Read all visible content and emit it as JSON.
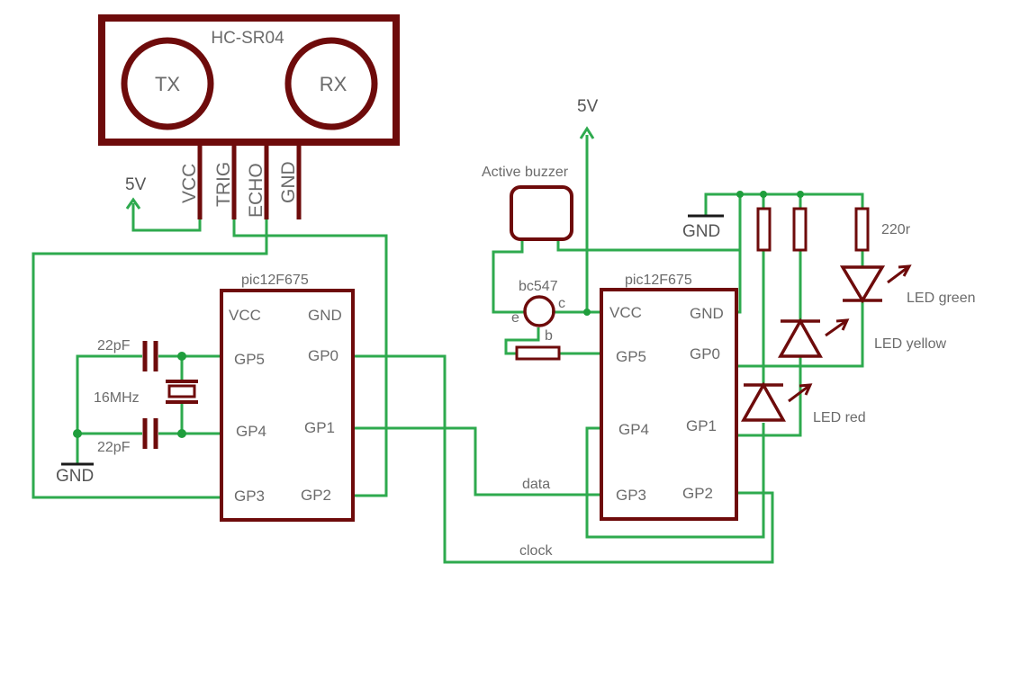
{
  "colors": {
    "component": "#6e0b0b",
    "wire": "#2eaa4e",
    "label": "#6b6b6b"
  },
  "sensor": {
    "name": "HC-SR04",
    "tx": "TX",
    "rx": "RX",
    "pins": [
      "VCC",
      "TRIG",
      "ECHO",
      "GND"
    ]
  },
  "supply": {
    "sensor_5v": "5V",
    "board_5v": "5V"
  },
  "ground": {
    "gnd_left": "GND",
    "gnd_right": "GND"
  },
  "left_chip": {
    "name": "pic12F675",
    "pins_left": [
      "VCC",
      "GP5",
      "GP4",
      "GP3"
    ],
    "pins_right": [
      "GND",
      "GP0",
      "GP1",
      "GP2"
    ]
  },
  "right_chip": {
    "name": "pic12F675",
    "pins_left": [
      "VCC",
      "GP5",
      "GP4",
      "GP3"
    ],
    "pins_right": [
      "GND",
      "GP0",
      "GP1",
      "GP2"
    ]
  },
  "oscillator": {
    "cap_top": "22pF",
    "cap_bottom": "22pF",
    "crystal": "16MHz"
  },
  "buzzer": {
    "label": "Active buzzer"
  },
  "transistor": {
    "label": "bc547",
    "e": "e",
    "b": "b",
    "c": "c"
  },
  "resistor": {
    "label": "220r"
  },
  "leds": {
    "green": "LED green",
    "yellow": "LED yellow",
    "red": "LED red"
  },
  "bus": {
    "data": "data",
    "clock": "clock"
  }
}
